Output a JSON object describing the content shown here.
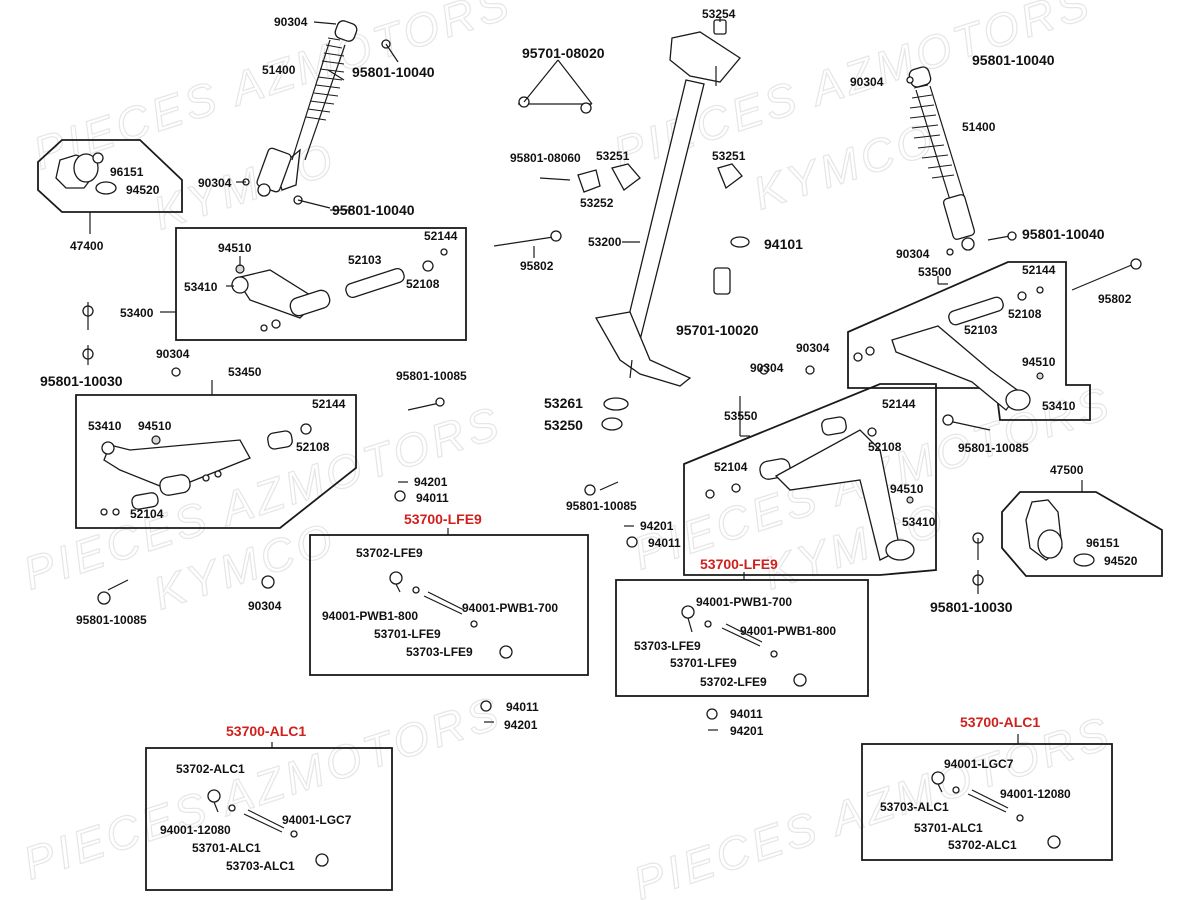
{
  "watermarks": [
    "PIECES AZMOTORS",
    "KYMCO"
  ],
  "labels": {
    "p90304_a": "90304",
    "p51400_l": "51400",
    "p95801_10040_a": "95801-10040",
    "p90304_b": "90304",
    "p95801_10040_b": "95801-10040",
    "p96151_l": "96151",
    "p94520_l": "94520",
    "p47400": "47400",
    "p94510_a": "94510",
    "p52144_a": "52144",
    "p52103_a": "52103",
    "p53410_a": "53410",
    "p52108_a": "52108",
    "p53400": "53400",
    "p90304_c": "90304",
    "p95801_10030_l": "95801-10030",
    "p53450": "53450",
    "p53410_b": "53410",
    "p94510_b": "94510",
    "p52144_b": "52144",
    "p52108_b": "52108",
    "p52104_a": "52104",
    "p95801_10085_a": "95801-10085",
    "p94201_a": "94201",
    "p94011_a": "94011",
    "p95801_10085_b": "95801-10085",
    "p90304_d": "90304",
    "p53254": "53254",
    "p95701_08020": "95701-08020",
    "p95801_08060": "95801-08060",
    "p53251_a": "53251",
    "p53252": "53252",
    "p53251_b": "53251",
    "p95802_a": "95802",
    "p53200": "53200",
    "p94101": "94101",
    "p95701_10020": "95701-10020",
    "p53261": "53261",
    "p53250": "53250",
    "p95801_10085_c": "95801-10085",
    "p94201_b": "94201",
    "p94011_b": "94011",
    "p90304_e": "90304",
    "p95801_10040_c": "95801-10040",
    "p51400_r": "51400",
    "p90304_f": "90304",
    "p95801_10040_d": "95801-10040",
    "p53500": "53500",
    "p52144_c": "52144",
    "p52108_c": "52108",
    "p52103_b": "52103",
    "p95802_b": "95802",
    "p90304_g": "90304",
    "p90304_h": "90304",
    "p94510_c": "94510",
    "p53410_c": "53410",
    "p53550": "53550",
    "p52144_d": "52144",
    "p52108_d": "52108",
    "p52104_b": "52104",
    "p94510_d": "94510",
    "p53410_d": "53410",
    "p95801_10085_d": "95801-10085",
    "p47500": "47500",
    "p96151_r": "96151",
    "p94520_r": "94520",
    "p95801_10030_r": "95801-10030",
    "k53700_lfe9_l": "53700-LFE9",
    "p53702_lfe9_l": "53702-LFE9",
    "p94001_pwb1_800_l": "94001-PWB1-800",
    "p94001_pwb1_700_l": "94001-PWB1-700",
    "p53701_lfe9_l": "53701-LFE9",
    "p53703_lfe9_l": "53703-LFE9",
    "p94011_c": "94011",
    "p94201_c": "94201",
    "k53700_lfe9_r": "53700-LFE9",
    "p94001_pwb1_700_r": "94001-PWB1-700",
    "p53703_lfe9_r": "53703-LFE9",
    "p94001_pwb1_800_r": "94001-PWB1-800",
    "p53701_lfe9_r": "53701-LFE9",
    "p53702_lfe9_r": "53702-LFE9",
    "p94011_d": "94011",
    "p94201_d": "94201",
    "k53700_alc1_l": "53700-ALC1",
    "p53702_alc1_l": "53702-ALC1",
    "p94001_12080_l": "94001-12080",
    "p94001_lgc7_l": "94001-LGC7",
    "p53701_alc1_l": "53701-ALC1",
    "p53703_alc1_l": "53703-ALC1",
    "k53700_alc1_r": "53700-ALC1",
    "p94001_lgc7_r": "94001-LGC7",
    "p53703_alc1_r": "53703-ALC1",
    "p94001_12080_r": "94001-12080",
    "p53701_alc1_r": "53701-ALC1",
    "p53702_alc1_r": "53702-ALC1"
  }
}
